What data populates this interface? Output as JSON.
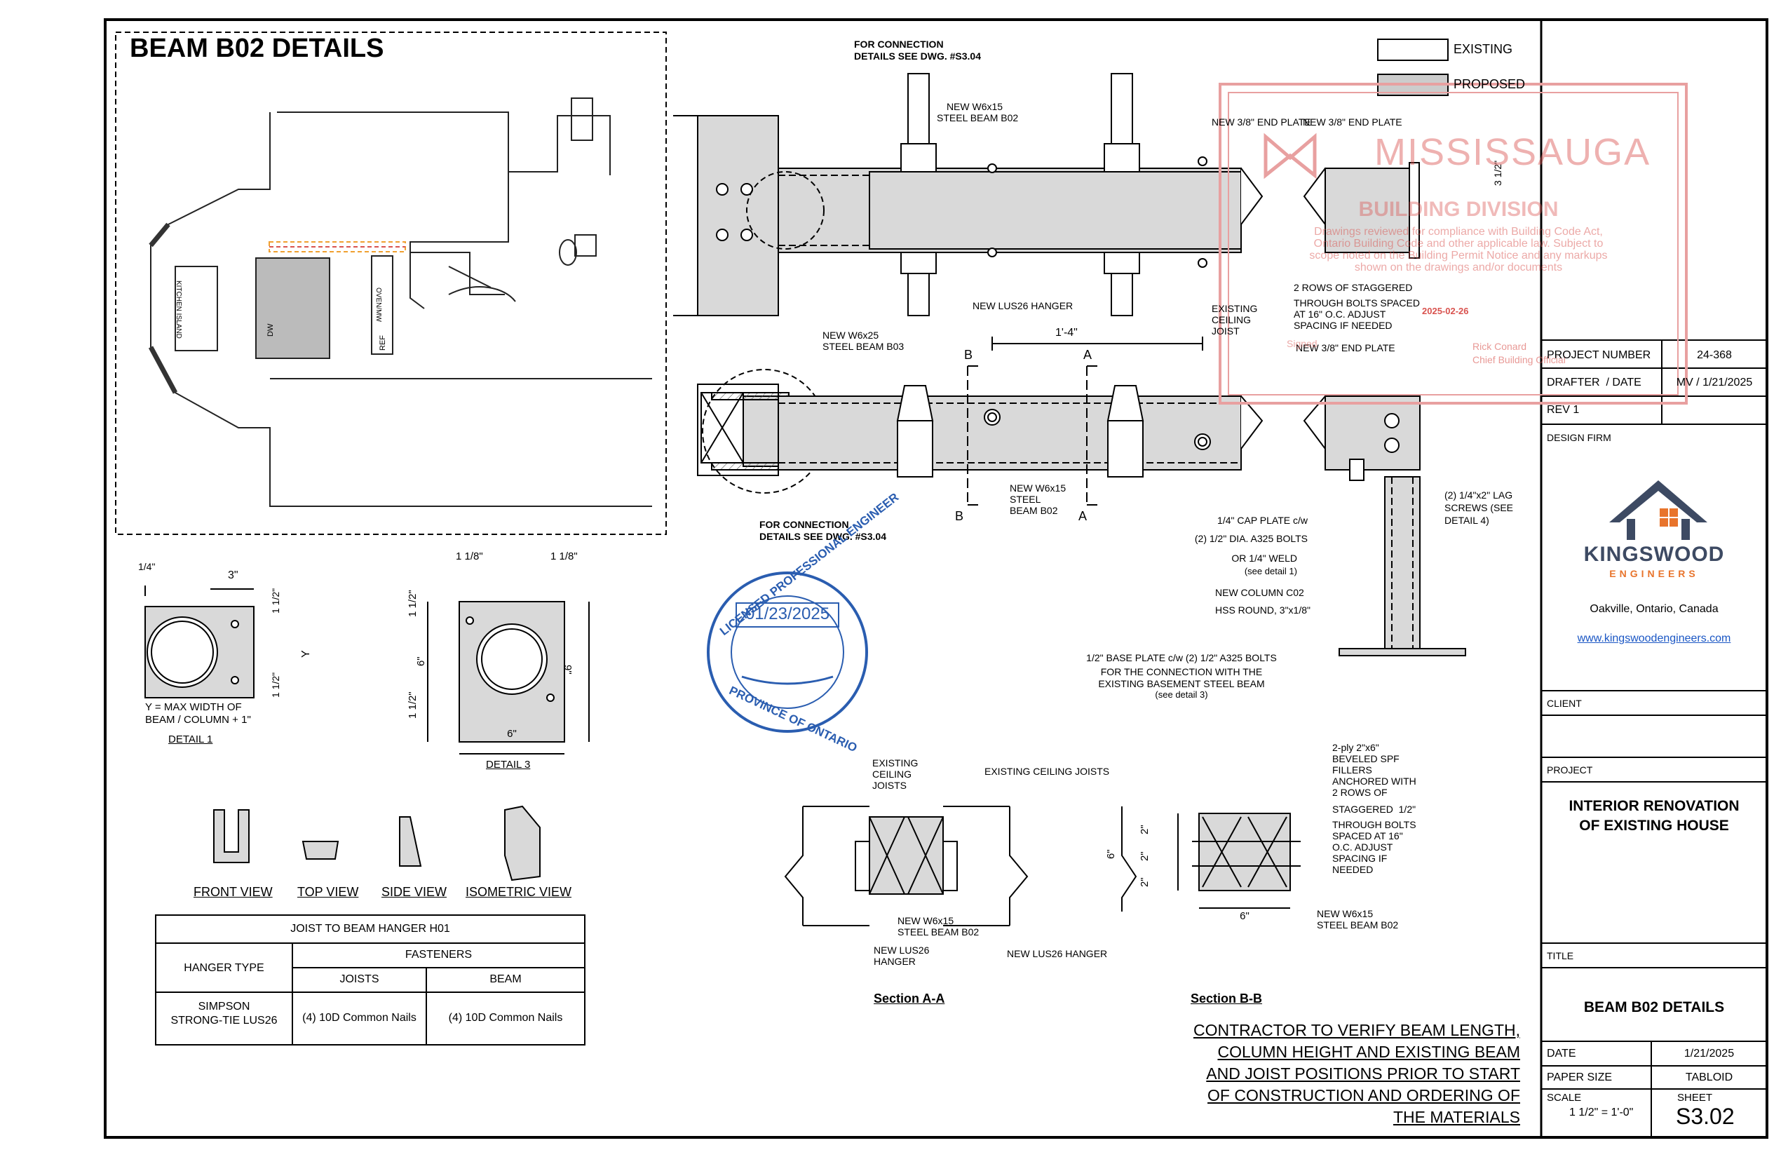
{
  "sheet": {
    "heading": "BEAM B02 DETAILS",
    "legend": {
      "existing": "EXISTING",
      "proposed": "PROPOSED"
    }
  },
  "floorplan": {
    "labels": {
      "kitchen_island": "KITCHEN ISLAND",
      "dw": "DW",
      "oven_mw": "OVEN/MW",
      "ref": "REF"
    }
  },
  "elevation": {
    "conn_note_top": [
      "FOR CONNECTION",
      "DETAILS SEE DWG. #S3.04"
    ],
    "conn_note_bottom": [
      "FOR CONNECTION",
      "DETAILS SEE DWG. #S3.04"
    ],
    "beam_top": [
      "NEW W6x15",
      "STEEL BEAM B02"
    ],
    "beam_b03": [
      "NEW W6x25",
      "STEEL BEAM B03"
    ],
    "lus_hanger": "NEW LUS26 HANGER",
    "ceiling_joist": [
      "EXISTING",
      "CEILING",
      "JOIST"
    ],
    "end_plate_1": "NEW 3/8\" END PLATE",
    "end_plate_2": "NEW 3/8\" END PLATE",
    "end_plate_3": "NEW 3/8\" END PLATE",
    "end_plate_dim": "3 1/2\"",
    "staggered": [
      "2 ROWS OF STAGGERED",
      "THROUGH BOLTS SPACED",
      "AT 16\" O.C. ADJUST",
      "SPACING IF NEEDED"
    ],
    "dim_span": "1'-4\"",
    "sec_b": "B",
    "sec_a": "A",
    "beam_bottom": [
      "NEW W6x15",
      "STEEL",
      "BEAM B02"
    ],
    "lag": [
      "(2) 1/4\"x2\" LAG",
      "SCREWS (SEE",
      "DETAIL 4)"
    ],
    "cap_plate": [
      "1/4\" CAP PLATE c/w",
      "(2) 1/2\" DIA. A325 BOLTS",
      "OR 1/4\" WELD",
      "(see detail 1)"
    ],
    "column": [
      "NEW COLUMN C02",
      "HSS ROUND, 3\"x1/8\""
    ],
    "base_plate": [
      "1/2\" BASE PLATE c/w (2) 1/2\" A325 BOLTS",
      "FOR THE CONNECTION WITH THE",
      "EXISTING BASEMENT STEEL BEAM",
      "(see detail 3)"
    ]
  },
  "stamp_city": {
    "logo": "MISSISSAUGA",
    "division": "BUILDING DIVISION",
    "body": [
      "Drawings reviewed for compliance with Building Code Act,",
      "Ontario Building Code and other applicable law. Subject to",
      "scope noted on the Building Permit Notice and any markups",
      "shown on the drawings and/or documents"
    ],
    "date": "2025-02-26",
    "signed_label": "Signed",
    "official": [
      "Rick Conard",
      "Chief Building Official"
    ]
  },
  "stamp_engineer": {
    "top_arc": "LICENSED PROFESSIONAL ENGINEER",
    "bottom_arc": "PROVINCE OF ONTARIO",
    "date": "01/23/2025"
  },
  "detail1": {
    "dim_top": "1/4\"",
    "dim_width": "3\"",
    "dim_half1": "1 1/2\"",
    "dim_half2": "1 1/2\"",
    "dim_y": "Y",
    "note": [
      "Y = MAX WIDTH OF",
      "BEAM / COLUMN + 1\""
    ],
    "caption": "DETAIL 1"
  },
  "detail3": {
    "dim_left": "1 1/8\"",
    "dim_right": "1 1/8\"",
    "dim_top_left": "1 1/2\"",
    "dim_mid": "6\"",
    "dim_bot_left": "1 1/2\"",
    "dim_height": "9\"",
    "dim_width": "6\"",
    "caption": "DETAIL 3"
  },
  "hanger_views": [
    "FRONT VIEW",
    "TOP VIEW",
    "SIDE VIEW",
    "ISOMETRIC VIEW"
  ],
  "hanger_table": {
    "title": "JOIST TO BEAM HANGER H01",
    "col_type": "HANGER TYPE",
    "col_fasteners": "FASTENERS",
    "col_joists": "JOISTS",
    "col_beam": "BEAM",
    "row_type": [
      "SIMPSON",
      "STRONG-TIE LUS26"
    ],
    "row_joists": "(4) 10D Common Nails",
    "row_beam": "(4) 10D Common Nails"
  },
  "section_aa": {
    "ceiling_joists": [
      "EXISTING",
      "CEILING",
      "JOISTS"
    ],
    "ceiling_joists_right": "EXISTING CEILING JOISTS",
    "beam": [
      "NEW W6x15",
      "STEEL BEAM B02"
    ],
    "hanger_left": [
      "NEW LUS26",
      "HANGER"
    ],
    "hanger_right": "NEW LUS26 HANGER",
    "caption": "Section A-A"
  },
  "section_bb": {
    "fillers": [
      "2-ply 2\"x6\"",
      "BEVELED SPF",
      "FILLERS",
      "ANCHORED WITH",
      "2 ROWS OF"
    ],
    "staggered": [
      "STAGGERED  1/2\"",
      "THROUGH BOLTS",
      "SPACED AT 16\"",
      "O.C. ADJUST",
      "SPACING IF",
      "NEEDED"
    ],
    "dim_height": "6\"",
    "dim_2a": "2\"",
    "dim_2b": "2\"",
    "dim_2c": "2\"",
    "dim_width": "6\"",
    "beam": [
      "NEW W6x15",
      "STEEL BEAM B02"
    ],
    "caption": "Section B-B"
  },
  "general_note": [
    "CONTRACTOR TO VERIFY BEAM LENGTH,",
    "COLUMN HEIGHT AND EXISTING BEAM",
    "AND JOIST POSITIONS PRIOR TO START",
    "OF CONSTRUCTION AND ORDERING OF",
    "THE MATERIALS"
  ],
  "title_block": {
    "project_number_label": "PROJECT NUMBER",
    "project_number": "24-368",
    "drafter_label": "DRAFTER  / DATE",
    "drafter": "MV / 1/21/2025",
    "rev": "REV 1",
    "design_firm_label": "DESIGN FIRM",
    "firm_name": "KINGSWOOD",
    "firm_sub": "ENGINEERS",
    "firm_city": "Oakville, Ontario, Canada",
    "firm_url": "www.kingswoodengineers.com",
    "client_label": "CLIENT",
    "project_label": "PROJECT",
    "project_name": [
      "INTERIOR RENOVATION",
      "OF EXISTING HOUSE"
    ],
    "title_label": "TITLE",
    "title": "BEAM B02 DETAILS",
    "date_label": "DATE",
    "date": "1/21/2025",
    "paper_label": "PAPER SIZE",
    "paper": "TABLOID",
    "scale_label": "SCALE",
    "scale": "1 1/2\" = 1'-0\"",
    "sheet_label": "SHEET",
    "sheet": "S3.02"
  },
  "colors": {
    "line": "#000000",
    "steel_fill": "#d9d9d9",
    "proposed_fill": "#cccccc",
    "city_stamp": "#d9534f",
    "engineer_stamp": "#2a5db0",
    "firm_navy": "#3d4a63",
    "firm_orange": "#e8742c",
    "highlight": "#f0a030"
  }
}
